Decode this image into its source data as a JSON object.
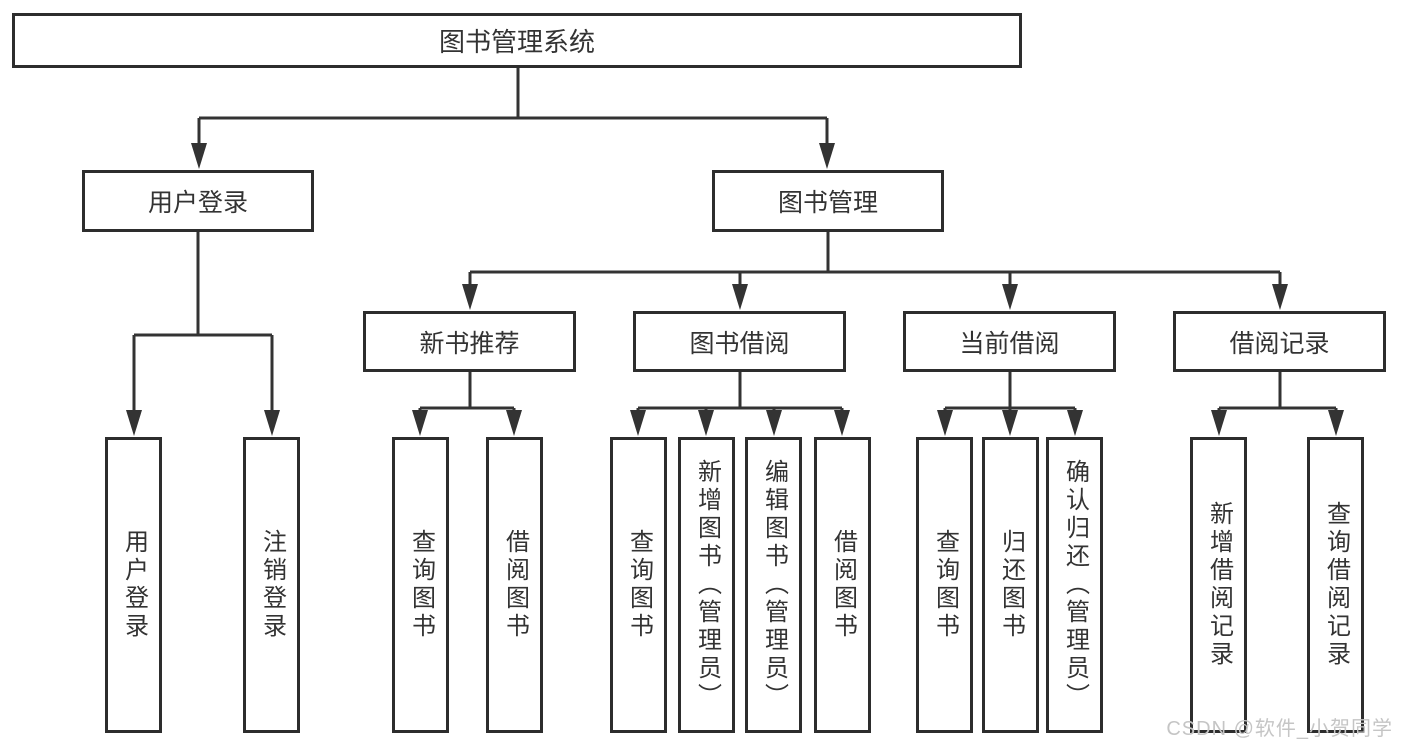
{
  "diagram": {
    "type": "hierarchy-tree",
    "root": {
      "label": "图书管理系统"
    },
    "level2": [
      {
        "label": "用户登录"
      },
      {
        "label": "图书管理"
      }
    ],
    "level3": [
      {
        "label": "新书推荐",
        "parent": "图书管理"
      },
      {
        "label": "图书借阅",
        "parent": "图书管理"
      },
      {
        "label": "当前借阅",
        "parent": "图书管理"
      },
      {
        "label": "借阅记录",
        "parent": "图书管理"
      }
    ],
    "leaves": [
      {
        "label": "用户登录",
        "parent": "用户登录"
      },
      {
        "label": "注销登录",
        "parent": "用户登录"
      },
      {
        "label": "查询图书",
        "parent": "新书推荐"
      },
      {
        "label": "借阅图书",
        "parent": "新书推荐"
      },
      {
        "label": "查询图书",
        "parent": "图书借阅"
      },
      {
        "label": "新增图书（管理员）",
        "parent": "图书借阅"
      },
      {
        "label": "编辑图书（管理员）",
        "parent": "图书借阅"
      },
      {
        "label": "借阅图书",
        "parent": "图书借阅"
      },
      {
        "label": "查询图书",
        "parent": "当前借阅"
      },
      {
        "label": "归还图书",
        "parent": "当前借阅"
      },
      {
        "label": "确认归还（管理员）",
        "parent": "当前借阅"
      },
      {
        "label": "新增借阅记录",
        "parent": "借阅记录"
      },
      {
        "label": "查询借阅记录",
        "parent": "借阅记录"
      }
    ]
  },
  "watermark": {
    "text": "CSDN @软件_小贺同学"
  },
  "colors": {
    "box_border": "#2d2d2d",
    "line": "#333333",
    "text": "#333333",
    "watermark": "#c5c5c5",
    "background": "#ffffff"
  }
}
